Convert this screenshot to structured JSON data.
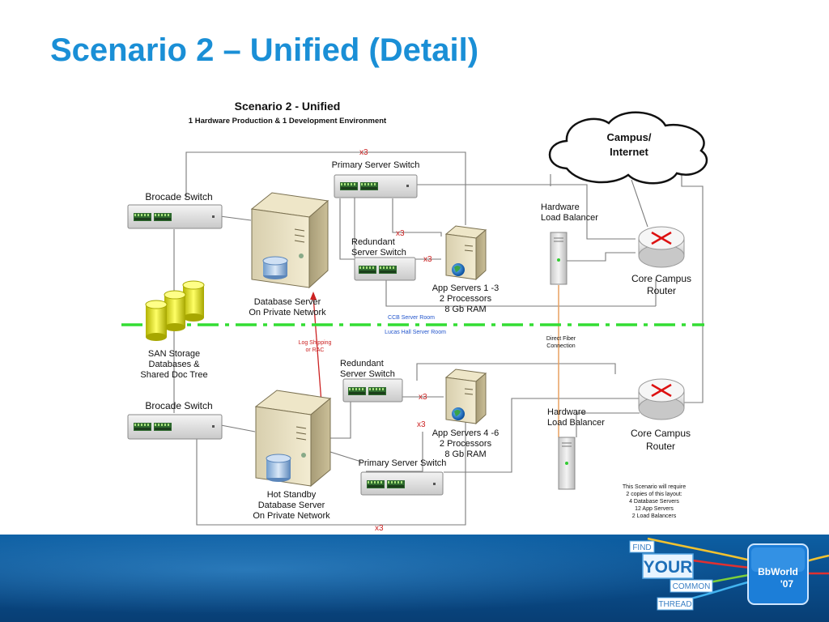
{
  "slide": {
    "title": "Scenario 2 – Unified (Detail)"
  },
  "diagram": {
    "title": "Scenario 2 - Unified",
    "subtitle": "1 Hardware Production & 1 Development Environment",
    "cloud_line1": "Campus/",
    "cloud_line2": "Internet",
    "top": {
      "brocade_switch": "Brocade Switch",
      "primary_switch": "Primary Server Switch",
      "redundant_line1": "Redundant",
      "redundant_line2": "Server Switch",
      "db_line1": "Database Server",
      "db_line2": "On Private Network",
      "app_line1": "App Servers 1 -3",
      "app_line2": "2 Processors",
      "app_line3": "8 Gb RAM",
      "lb_line1": "Hardware",
      "lb_line2": "Load Balancer",
      "router_line1": "Core Campus",
      "router_line2": "Router"
    },
    "bottom": {
      "brocade_switch": "Brocade Switch",
      "primary_switch": "Primary Server Switch",
      "redundant_line1": "Redundant",
      "redundant_line2": "Server Switch",
      "db_line1": "Hot Standby",
      "db_line2": "Database Server",
      "db_line3": "On Private Network",
      "app_line1": "App Servers 4 -6",
      "app_line2": "2 Processors",
      "app_line3": "8 Gb RAM",
      "lb_line1": "Hardware",
      "lb_line2": "Load Balancer",
      "router_line1": "Core Campus",
      "router_line2": "Router"
    },
    "san_line1": "SAN Storage",
    "san_line2": "Databases &",
    "san_line3": "Shared Doc Tree",
    "ccb_room": "CCB Server Room",
    "lucas_room": "Lucas Hall Server Room",
    "log_line1": "Log Shipping",
    "log_line2": "or RAC",
    "fiber_line1": "Direct Fiber",
    "fiber_line2": "Connection",
    "multiplier": "x3",
    "note": [
      "This Scenario will require",
      "2 copies of this layout:",
      "4 Database Servers",
      "12 App Servers",
      "2 Load Balancers"
    ]
  },
  "footer": {
    "tag_find": "FIND",
    "tag_your": "YOUR",
    "tag_common": "COMMON",
    "tag_thread": "THREAD",
    "logo_text": "BbWorld",
    "logo_year": "'07"
  },
  "colors": {
    "title_blue": "#1a8fd6",
    "zone_divider": "#33dd33",
    "room_label_blue": "#2255cc",
    "log_shipping_red": "#cc2222",
    "fiber_orange": "#e8a060"
  }
}
